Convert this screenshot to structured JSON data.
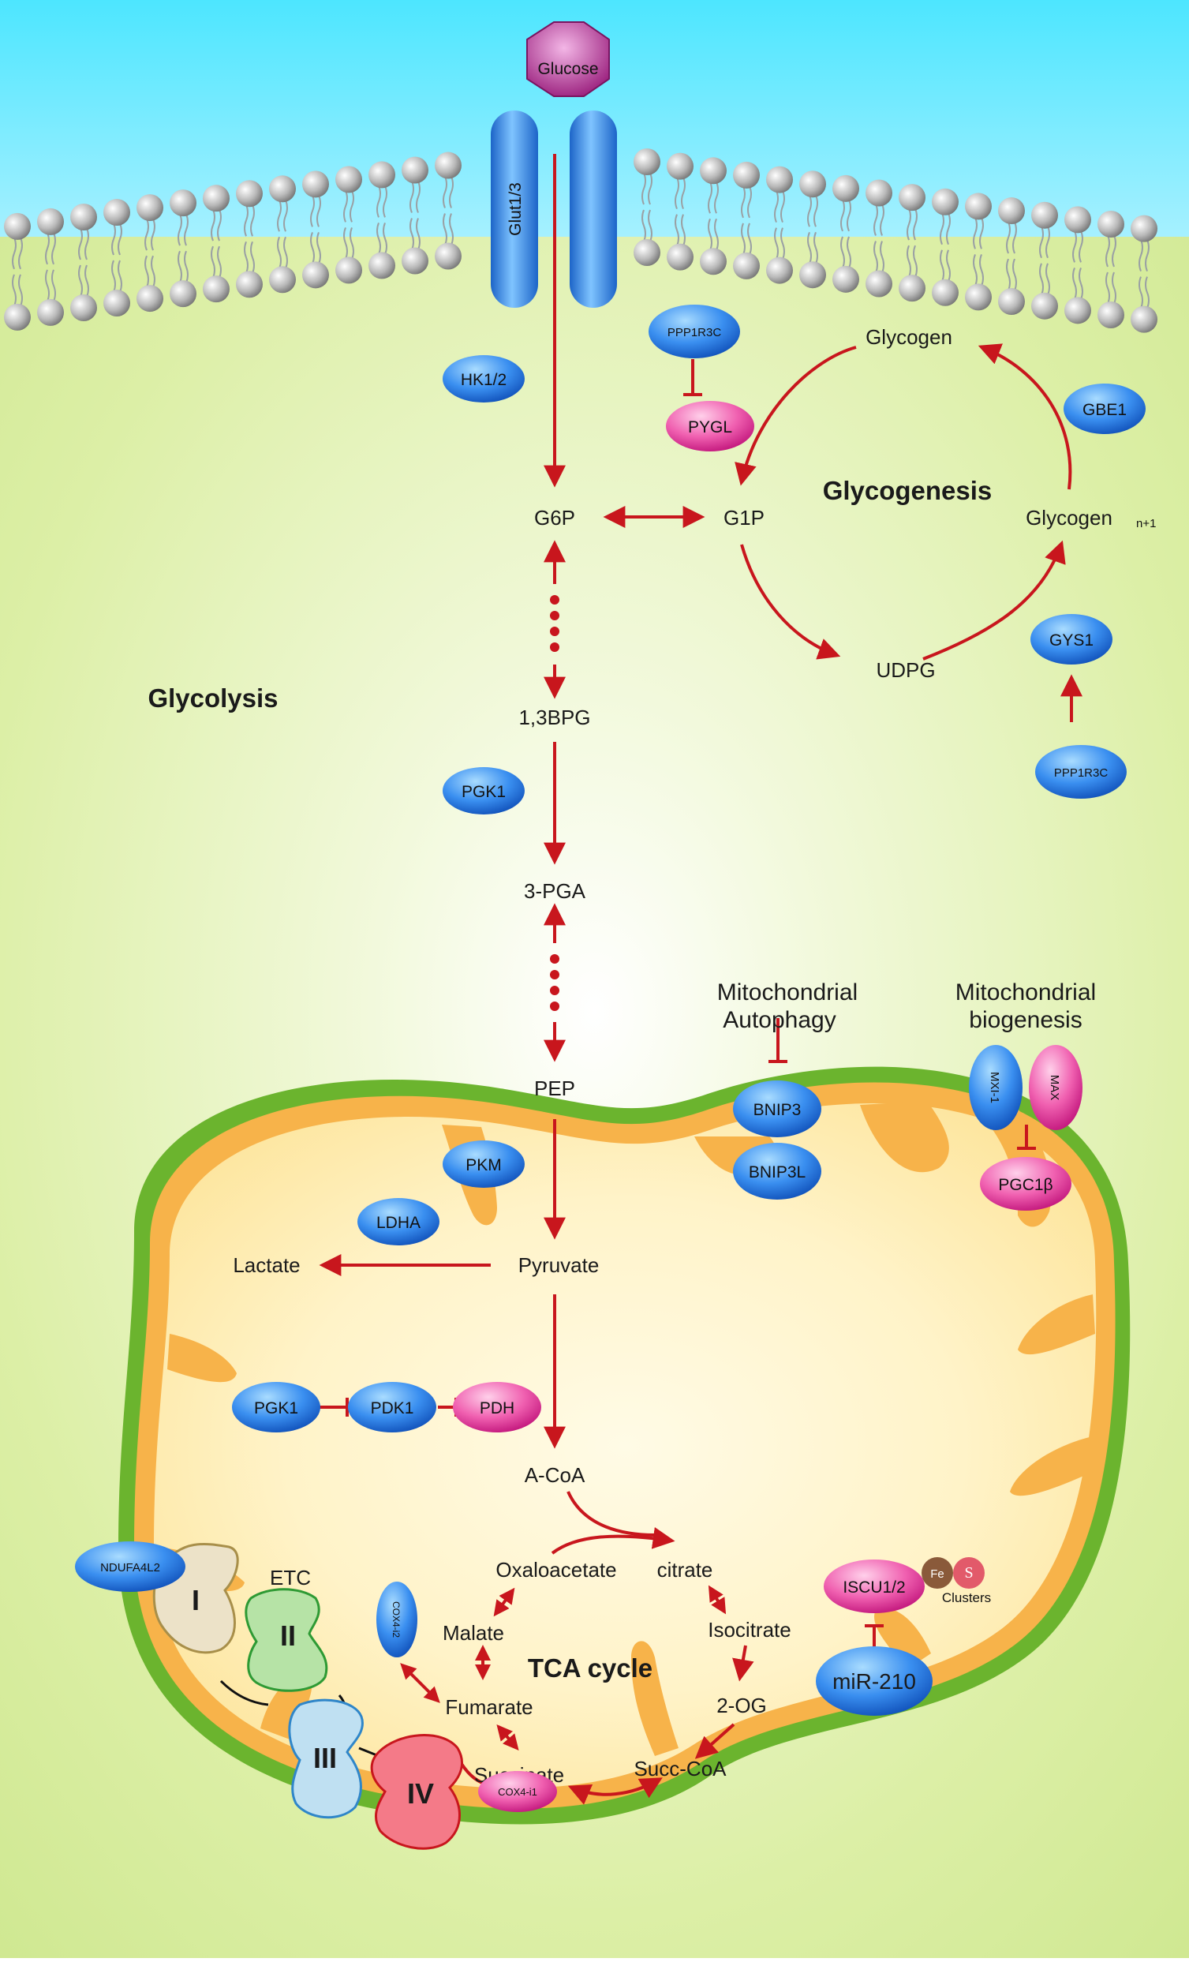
{
  "molecules": {
    "glucose": "Glucose",
    "g6p": "G6P",
    "g1p": "G1P",
    "bpg": "1,3BPG",
    "pga": "3-PGA",
    "pep": "PEP",
    "pyruvate": "Pyruvate",
    "lactate": "Lactate",
    "acoa": "A-CoA",
    "glycogen": "Glycogen",
    "glycogen_n1": "Glycogen",
    "glycogen_n1_sub": "n+1",
    "udpg": "UDPG",
    "oxaloacetate": "Oxaloacetate",
    "citrate": "citrate",
    "malate": "Malate",
    "isocitrate": "Isocitrate",
    "fumarate": "Fumarate",
    "two_og": "2-OG",
    "succinate": "Succinate",
    "succ_coa": "Succ-CoA"
  },
  "proteins": {
    "glut": "Glut1/3",
    "hk": "HK1/2",
    "ppp1r3c_top": "PPP1R3C",
    "pygl": "PYGL",
    "gbe1": "GBE1",
    "gys1": "GYS1",
    "ppp1r3c_bottom": "PPP1R3C",
    "pgk1": "PGK1",
    "pkm": "PKM",
    "ldha": "LDHA",
    "bnip3": "BNIP3",
    "bnip3l": "BNIP3L",
    "mxi1": "MXI-1",
    "max": "MAX",
    "pgc1b": "PGC1β",
    "pgk1_mito": "PGK1",
    "pdk1": "PDK1",
    "pdh": "PDH",
    "ndufa4l2": "NDUFA4L2",
    "iscu": "ISCU1/2",
    "mir210": "miR-210",
    "cox4i2": "COX4-i2",
    "cox4i1": "COX4-i1"
  },
  "headings": {
    "glycolysis": "Glycolysis",
    "glycogenesis": "Glycogenesis",
    "mito_autophagy_1": "Mitochondrial",
    "mito_autophagy_2": "Autophagy",
    "mito_biogenesis_1": "Mitochondrial",
    "mito_biogenesis_2": "biogenesis",
    "tca": "TCA cycle",
    "etc": "ETC"
  },
  "complexes": {
    "c1": "I",
    "c2": "II",
    "c3": "III",
    "c4": "IV"
  },
  "fes": {
    "fe": "Fe",
    "s": "S",
    "clusters": "Clusters"
  },
  "colors": {
    "arrow": "#c8161d",
    "blue_protein": "#1e6fd9",
    "pink_protein": "#e8288f",
    "membrane_blue": "#4fe3ff",
    "cytoplasm": "#d6ec9c",
    "mito_outer": "#6bb42e",
    "mito_inner": "#f7b34a"
  }
}
